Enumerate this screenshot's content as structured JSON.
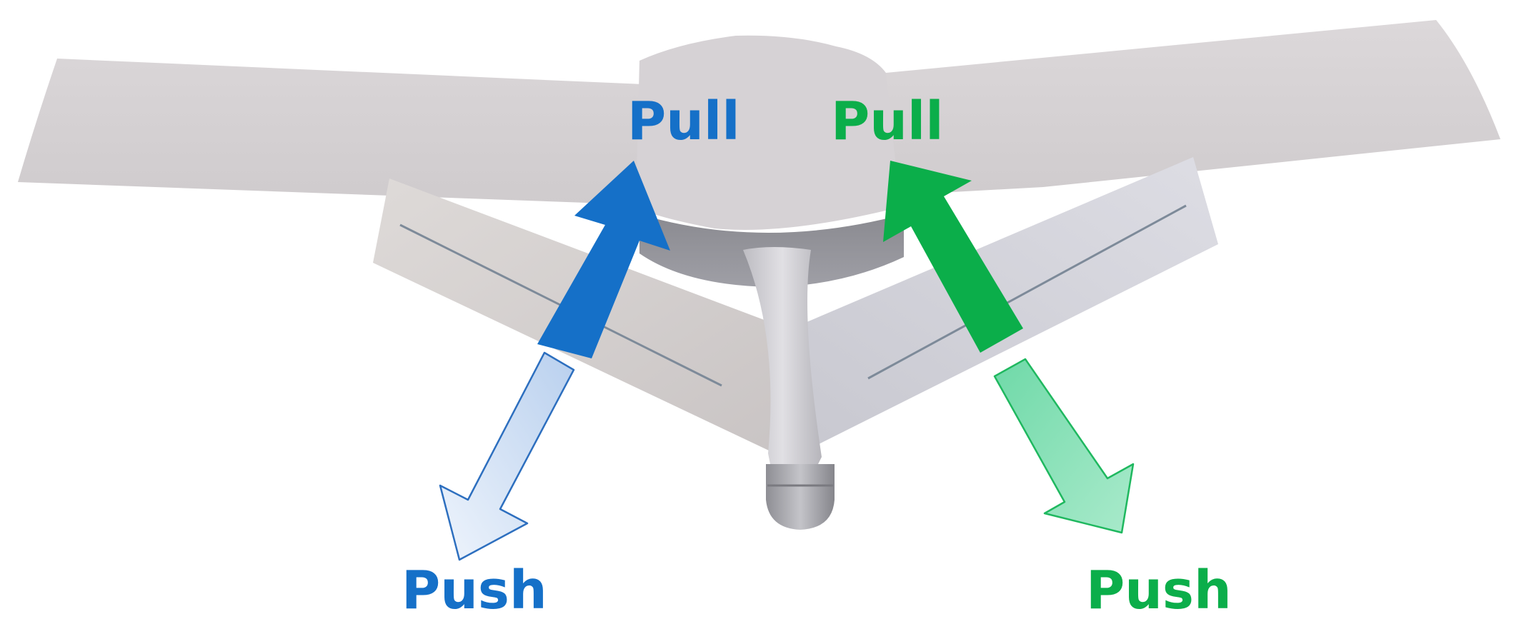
{
  "labels": {
    "left_pull": "Pull",
    "right_pull": "Pull",
    "left_push": "Push",
    "right_push": "Push"
  },
  "colors": {
    "left_accent": "#1570C8",
    "right_accent": "#0BAE4A",
    "left_push_fill": "#c8dbf1",
    "right_push_fill": "#7fdfb2",
    "aircraft_surface": "#d8d4d6",
    "aircraft_shadow": "#a8a6aa"
  },
  "icons": {
    "left_pull_arrow": "arrow-up-right",
    "right_pull_arrow": "arrow-up-left",
    "left_push_arrow": "arrow-down-left",
    "right_push_arrow": "arrow-down-right"
  }
}
